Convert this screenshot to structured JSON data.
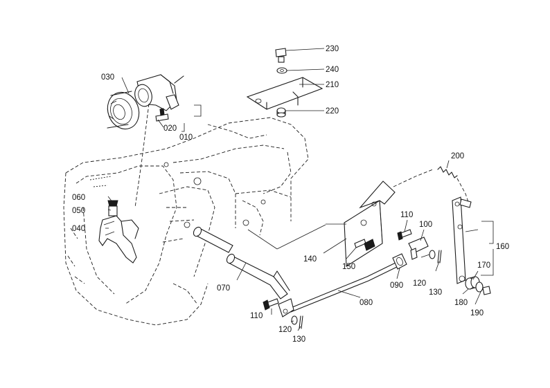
{
  "callouts": {
    "c010": "010",
    "c020": "020",
    "c030": "030",
    "c040": "040",
    "c050": "050",
    "c060": "060",
    "c070": "070",
    "c080": "080",
    "c090": "090",
    "c100": "100",
    "c110a": "110",
    "c110b": "110",
    "c120a": "120",
    "c120b": "120",
    "c130a": "130",
    "c130b": "130",
    "c140": "140",
    "c150": "150",
    "c160": "160",
    "c170": "170",
    "c180": "180",
    "c190": "190",
    "c200": "200",
    "c210": "210",
    "c220": "220",
    "c230": "230",
    "c240": "240"
  }
}
